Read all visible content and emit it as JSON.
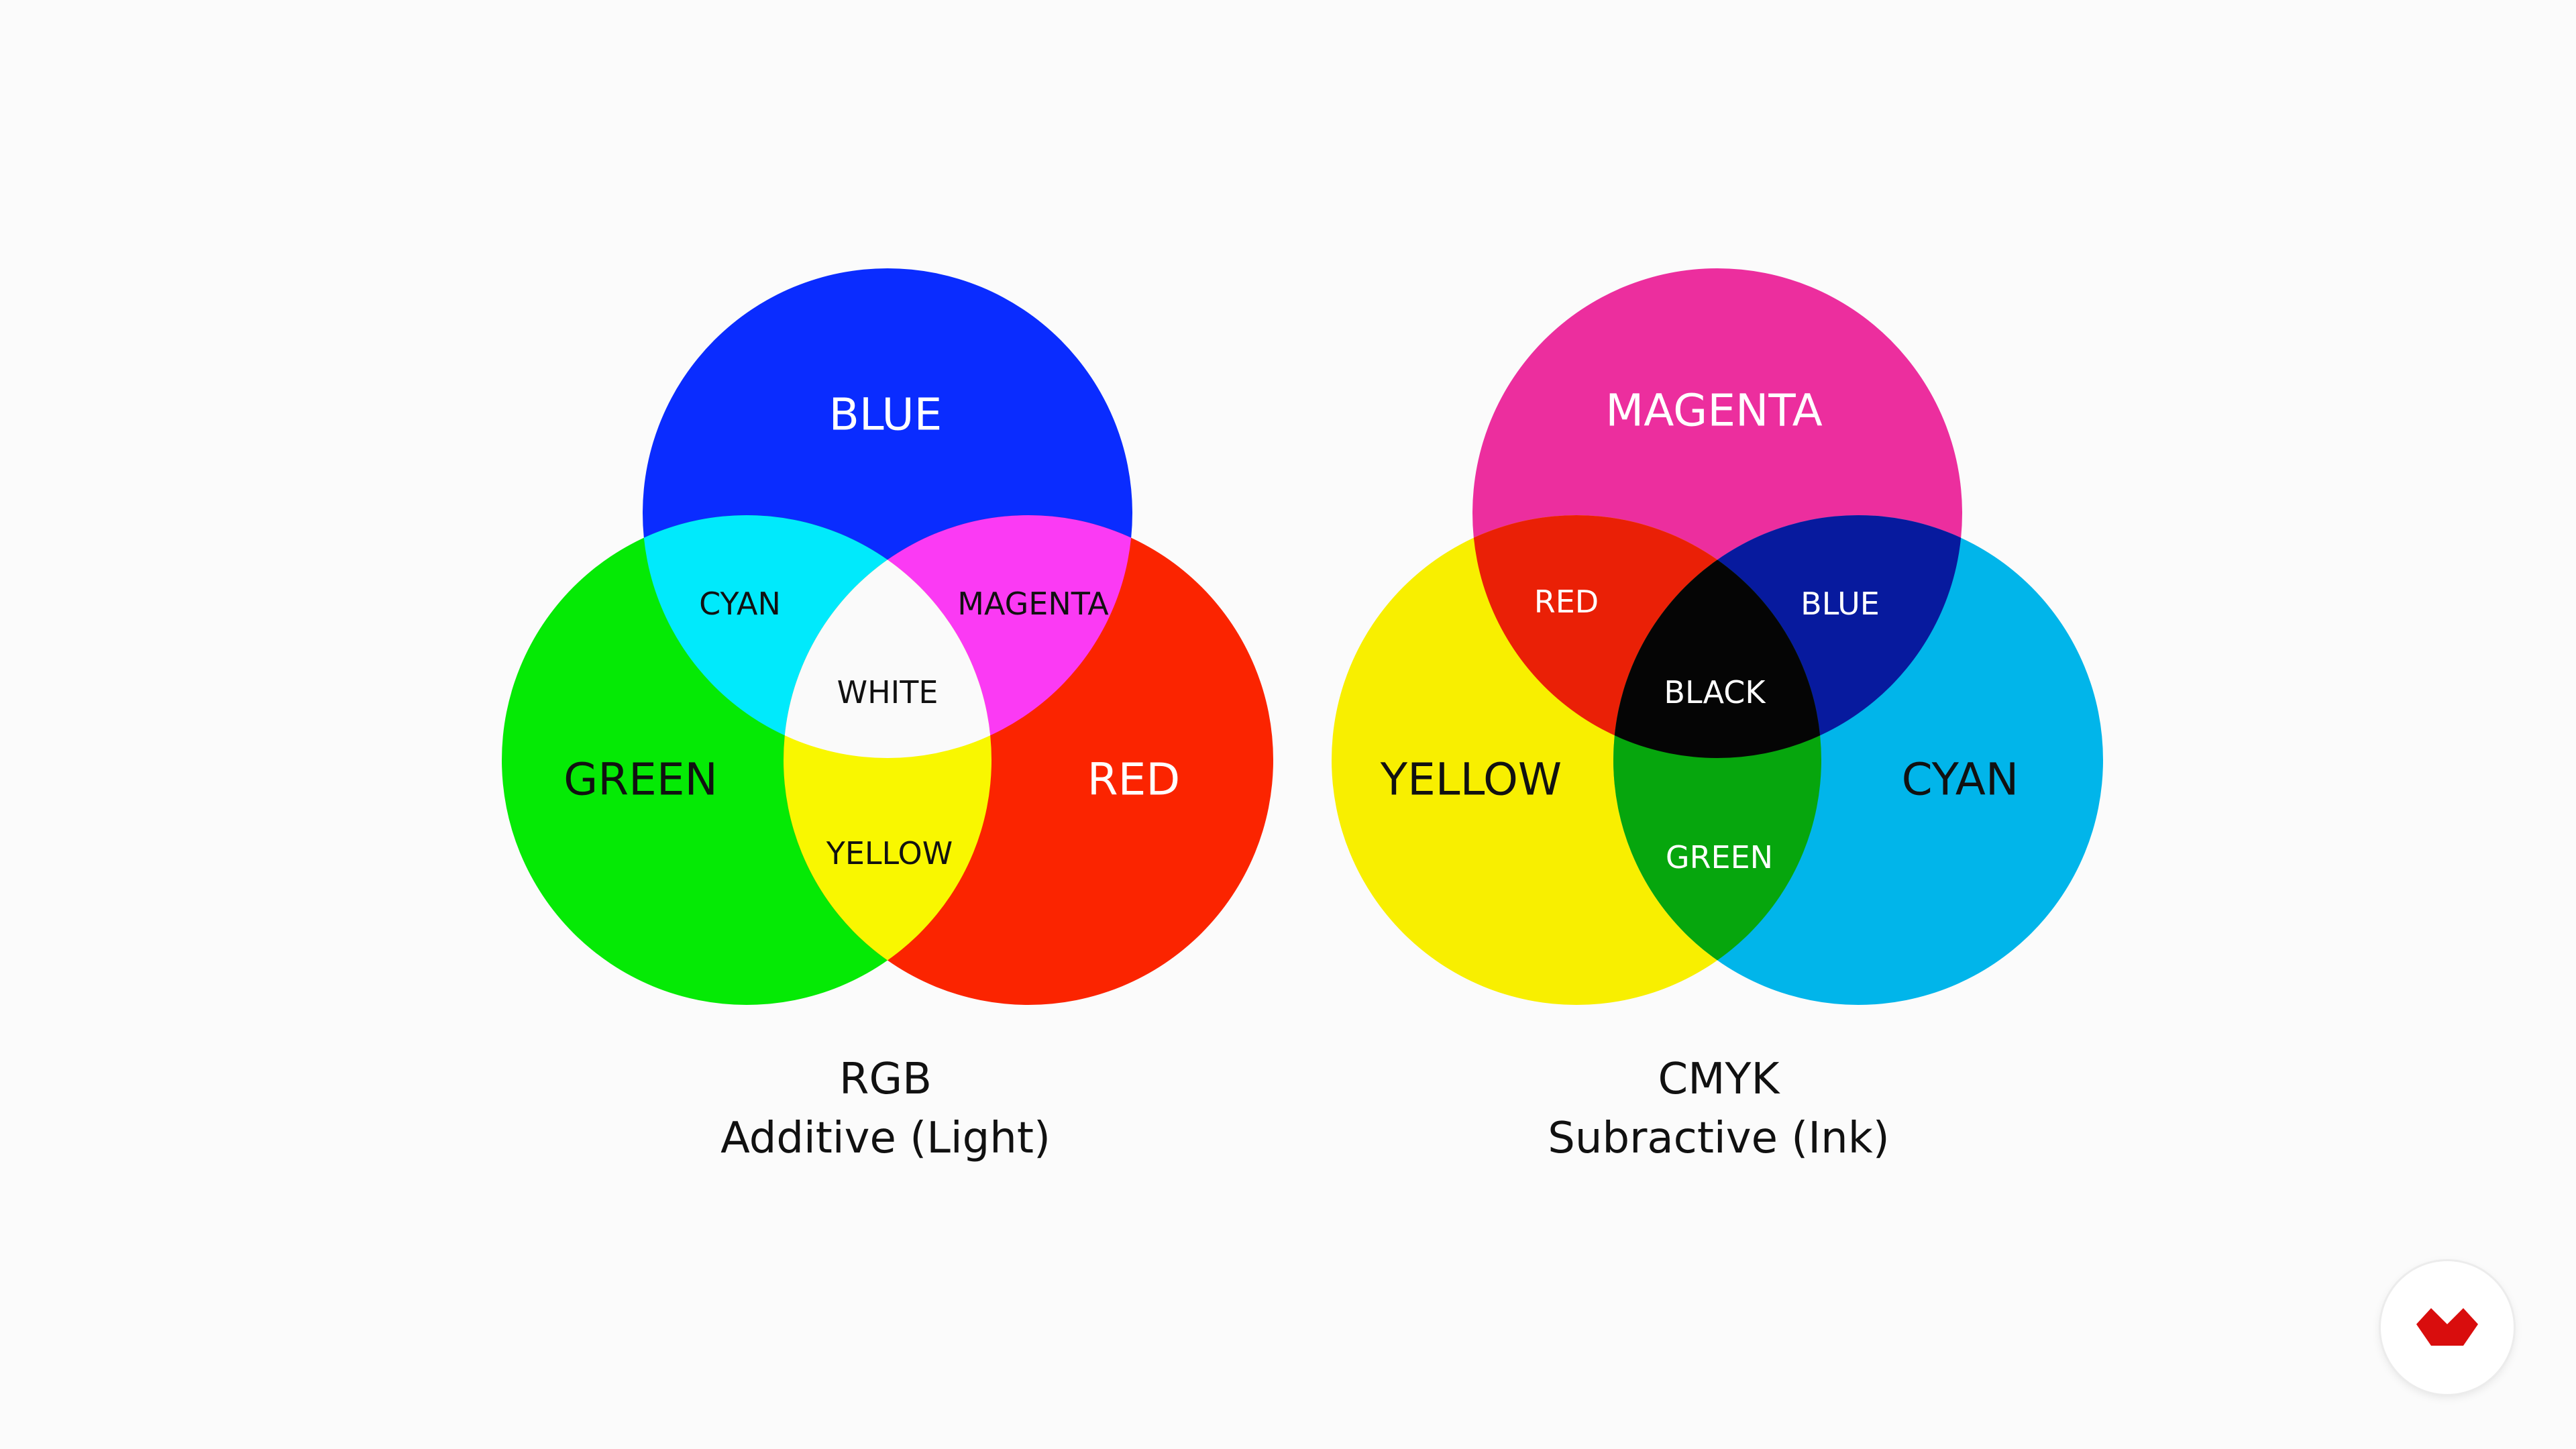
{
  "diagrams": [
    {
      "key": "rgb",
      "title": "RGB",
      "subtitle": "Additive (Light)",
      "circles": [
        {
          "label": "BLUE",
          "color": "#0a2cff",
          "text_color": "#ffffff"
        },
        {
          "label": "GREEN",
          "color": "#05ea05",
          "text_color": "#111111"
        },
        {
          "label": "RED",
          "color": "#fb2400",
          "text_color": "#ffffff"
        }
      ],
      "overlaps": {
        "top_left": {
          "label": "CYAN",
          "color": "#00eafc",
          "text_color": "#111111"
        },
        "top_right": {
          "label": "MAGENTA",
          "color": "#fb3af4",
          "text_color": "#111111"
        },
        "bottom": {
          "label": "YELLOW",
          "color": "#f9f700",
          "text_color": "#111111"
        },
        "center": {
          "label": "WHITE",
          "color": "#fafafa",
          "text_color": "#111111"
        }
      }
    },
    {
      "key": "cmyk",
      "title": "CMYK",
      "subtitle": "Subractive (Ink)",
      "circles": [
        {
          "label": "MAGENTA",
          "color": "#ec2e9e",
          "text_color": "#ffffff"
        },
        {
          "label": "YELLOW",
          "color": "#f8ef00",
          "text_color": "#111111"
        },
        {
          "label": "CYAN",
          "color": "#01b5ea",
          "text_color": "#111111"
        }
      ],
      "overlaps": {
        "top_left": {
          "label": "RED",
          "color": "#ea2006",
          "text_color": "#ffffff"
        },
        "top_right": {
          "label": "BLUE",
          "color": "#071a9e",
          "text_color": "#ffffff"
        },
        "bottom": {
          "label": "GREEN",
          "color": "#06a60d",
          "text_color": "#ffffff"
        },
        "center": {
          "label": "BLACK",
          "color": "#050505",
          "text_color": "#ffffff"
        }
      }
    }
  ],
  "badge": {
    "icon": "red-chevron-logo-icon",
    "color": "#d90d0d"
  }
}
